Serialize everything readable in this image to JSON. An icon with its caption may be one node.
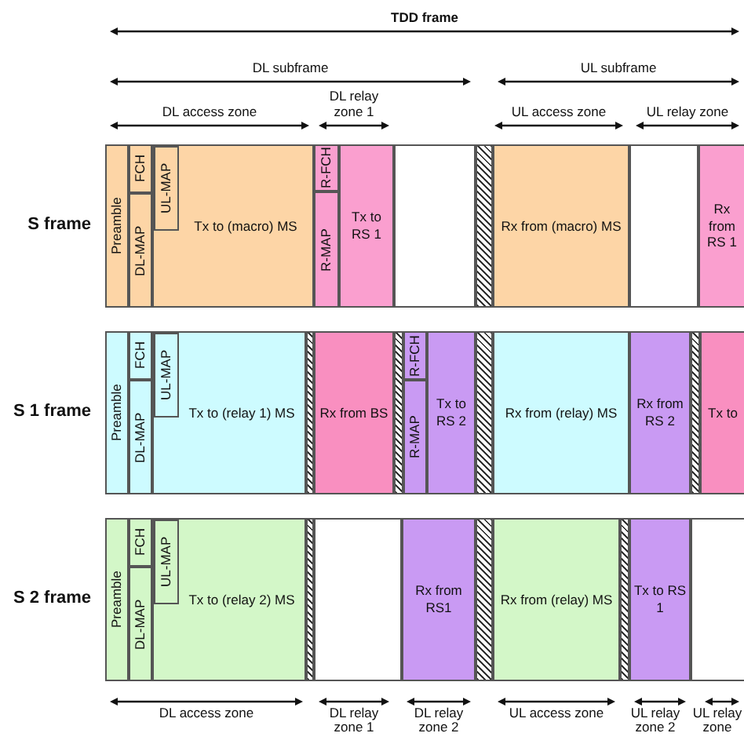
{
  "diagram": {
    "nodes": [
      {
        "text": [
          "S frame"
        ]
      },
      {
        "text": [
          "Preamble"
        ],
        "in": 0
      },
      {
        "text": [
          "FCH"
        ],
        "in": 0
      },
      {
        "text": [
          "DL-MAP"
        ],
        "in": 0
      },
      {
        "text": [
          "Tx to (macro) MS"
        ],
        "in": 0
      },
      {
        "text": [
          "UL-MAP"
        ],
        "in": 4
      },
      {
        "text": [
          "R-FCH"
        ],
        "in": 0
      },
      {
        "text": [
          "R-MAP"
        ],
        "in": 0
      },
      {
        "text": [
          "Tx to RS 1"
        ],
        "in": 0
      },
      {
        "text": [],
        "shape": "box",
        "in": 0
      },
      {
        "text": [
          "Rx from (macro) MS"
        ],
        "in": 0
      },
      {
        "text": [],
        "shape": "box",
        "in": 0
      },
      {
        "text": [
          "Rx from RS 1"
        ],
        "in": 0
      },
      {
        "text": [
          "S 1 frame"
        ]
      },
      {
        "text": [
          "Preamble"
        ],
        "in": 13
      },
      {
        "text": [
          "FCH"
        ],
        "in": 13
      },
      {
        "text": [
          "DL-MAP"
        ],
        "in": 13
      },
      {
        "text": [
          "Tx to (relay 1) MS"
        ],
        "in": 13
      },
      {
        "text": [
          "UL-MAP"
        ],
        "in": 17
      },
      {
        "text": [
          "Rx from BS"
        ],
        "in": 13
      },
      {
        "text": [
          "R-FCH"
        ],
        "in": 13
      },
      {
        "text": [
          "R-MAP"
        ],
        "in": 13
      },
      {
        "text": [
          "Tx to RS 2"
        ],
        "in": 13
      },
      {
        "text": [
          "Rx from (relay) MS"
        ],
        "in": 13
      },
      {
        "text": [
          "Rx from RS 2"
        ],
        "in": 13
      },
      {
        "text": [
          "Tx to"
        ],
        "in": 13
      },
      {
        "text": [
          "S 2 frame"
        ]
      },
      {
        "text": [
          "Preamble"
        ],
        "in": 26
      },
      {
        "text": [
          "FCH"
        ],
        "in": 26
      },
      {
        "text": [
          "DL-MAP"
        ],
        "in": 26
      },
      {
        "text": [
          "Tx to (relay 2) MS"
        ],
        "in": 26
      },
      {
        "text": [
          "UL-MAP"
        ],
        "in": 30
      },
      {
        "text": [],
        "shape": "box",
        "in": 26
      },
      {
        "text": [
          "Rx from RS1"
        ],
        "in": 26
      },
      {
        "text": [
          "Rx from (relay) MS"
        ],
        "in": 26
      },
      {
        "text": [
          "Tx to RS 1"
        ],
        "in": 26
      },
      {
        "text": [],
        "shape": "box",
        "in": 26
      }
    ],
    "edges": [],
    "labels": [
      "TDD frame",
      "DL subframe",
      "UL subframe",
      "DL access zone",
      "DL relay zone 1",
      "UL access zone",
      "UL relay zone",
      "DL access zone",
      "DL relay zone 1",
      "DL relay zone 2",
      "UL access zone",
      "UL relay zone 2",
      "UL relay zone"
    ]
  }
}
